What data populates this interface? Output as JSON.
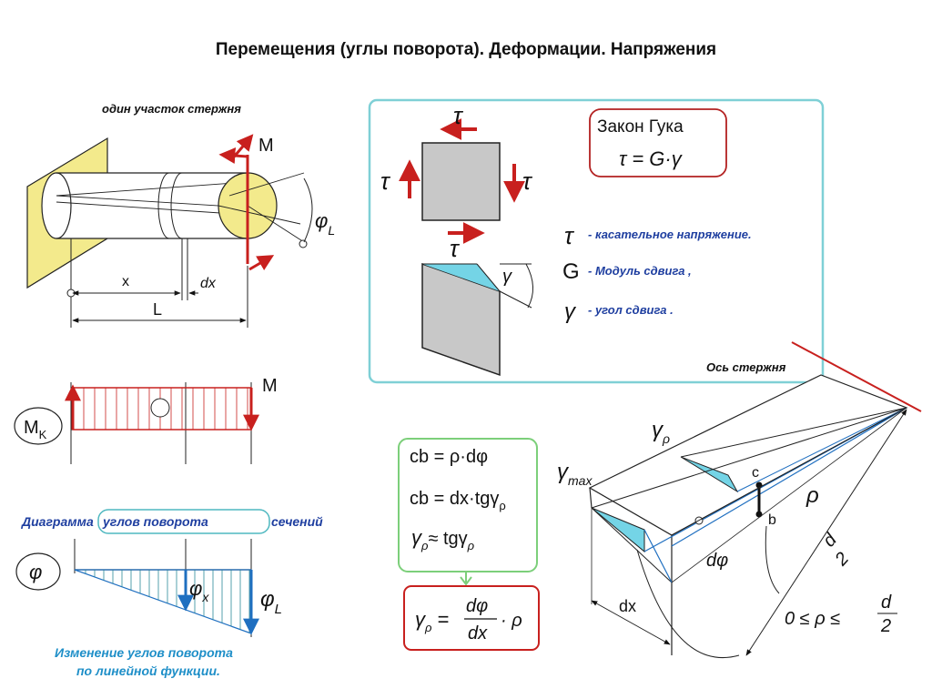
{
  "title": "Перемещения (углы поворота). Деформации. Напряжения",
  "shaft": {
    "segment_label": "один участок стержня",
    "moment": "M",
    "x": "x",
    "dx": "dx",
    "L": "L",
    "phi": "φ",
    "phi_sub": "L"
  },
  "hooke": {
    "law_title": "Закон Гука",
    "law_formula": "τ = G·γ",
    "tau": "τ",
    "G": "G",
    "gamma": "γ",
    "legend": [
      {
        "sym": "τ",
        "text": "- касательное напряжение."
      },
      {
        "sym": "G",
        "text": "- Модуль сдвига ,"
      },
      {
        "sym": "γ",
        "text": "- угол сдвига ."
      }
    ]
  },
  "moment_diagram": {
    "label": "M",
    "label_sub": "K",
    "moment": "M"
  },
  "angle_diagram": {
    "caption_left": "Диаграмма",
    "caption_box": "углов поворота",
    "caption_right": "сечений",
    "label": "φ",
    "phi_x": "φ",
    "phi_x_sub": "x",
    "phi_L": "φ",
    "phi_L_sub": "L",
    "bottom_caption_1": "Изменение углов поворота",
    "bottom_caption_2": "по линейной функции."
  },
  "formulas": {
    "f1": "cb = ρ·dφ",
    "f2": "cb = dx·tgγ",
    "f2_sub": "ρ",
    "f3": "γ",
    "f3_sub": "ρ",
    "f3_rest": "≈ tgγ",
    "f3_rest_sub": "ρ",
    "f4_lhs": "γ",
    "f4_lhs_sub": "ρ",
    "f4_num": "dφ",
    "f4_den": "dx",
    "f4_tail": "· ρ"
  },
  "beam": {
    "axis_label": "Ось стержня",
    "gamma_rho": "γ",
    "gamma_rho_sub": "ρ",
    "gamma_max": "γ",
    "gamma_max_sub": "max",
    "c": "c",
    "b": "b",
    "rho": "ρ",
    "d_over_2_num": "d",
    "d_over_2_den": "2",
    "dphi": "dφ",
    "dx": "dx",
    "range": "0 ≤ ρ ≤",
    "range_num": "d",
    "range_den": "2"
  },
  "colors": {
    "red": "#c8201e",
    "blue": "#1f6fc0",
    "cyan_frame": "#7fd0d6",
    "green_frame": "#7ccf7a",
    "yellow": "#f3ea8c",
    "grey": "#c8c8c8",
    "cyan_fill": "#74d4e6"
  }
}
